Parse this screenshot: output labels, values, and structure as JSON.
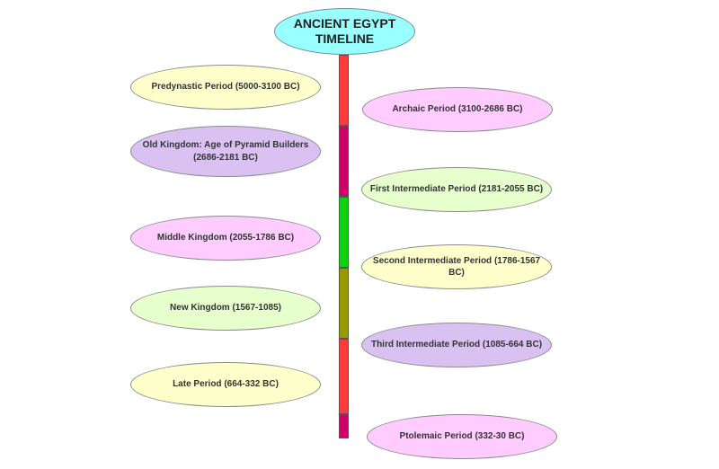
{
  "title": {
    "text": "ANCIENT EGYPT\nTIMELINE",
    "color": "#99ffff"
  },
  "timeline_colors": [
    "#ff3b3b",
    "#cc0066",
    "#10d010",
    "#999900",
    "#ff3b3b",
    "#cc0066"
  ],
  "periods": [
    {
      "label": "Predynastic Period (5000-3100 BC)",
      "color": "#ffffcc"
    },
    {
      "label": "Archaic Period (3100-2686 BC)",
      "color": "#ffccff"
    },
    {
      "label": "Old Kingdom: Age of Pyramid Builders\n(2686-2181 BC)",
      "color": "#d9c2f2"
    },
    {
      "label": "First Intermediate Period (2181-2055 BC)",
      "color": "#e6ffcc"
    },
    {
      "label": "Middle Kingdom (2055-1786 BC)",
      "color": "#ffccff"
    },
    {
      "label": "Second Intermediate Period (1786-1567 BC)",
      "color": "#ffffcc"
    },
    {
      "label": "New Kingdom (1567-1085)",
      "color": "#e6ffcc"
    },
    {
      "label": "Third Intermediate Period (1085-664 BC)",
      "color": "#d9c2f2"
    },
    {
      "label": "Late Period (664-332 BC)",
      "color": "#ffffcc"
    },
    {
      "label": "Ptolemaic Period (332-30 BC)",
      "color": "#ffccff"
    }
  ]
}
